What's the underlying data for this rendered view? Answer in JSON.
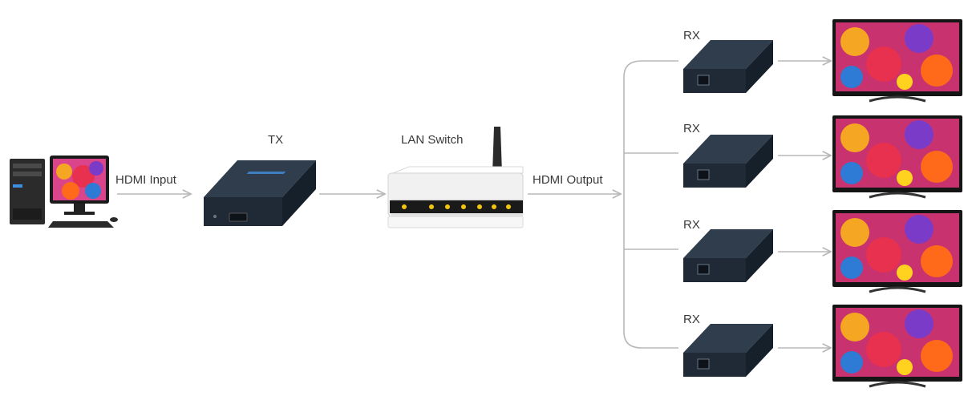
{
  "labels": {
    "hdmi_input": "HDMI Input",
    "tx": "TX",
    "lan_switch": "LAN Switch",
    "hdmi_output": "HDMI Output",
    "rx": "RX"
  },
  "receivers": [
    {
      "label": "RX"
    },
    {
      "label": "RX"
    },
    {
      "label": "RX"
    },
    {
      "label": "RX"
    }
  ],
  "colors": {
    "line": "#b8b8b8",
    "device": "#1f2a36",
    "device_top": "#2f3d4d",
    "switch_body": "#f1f1f1",
    "switch_led": "#f4c60a",
    "tv_bezel": "#151515"
  },
  "icons": {
    "computer": "desktop-computer-icon",
    "transmitter": "hdmi-extender-tx-icon",
    "switch": "wireless-lan-switch-icon",
    "receiver": "hdmi-extender-rx-icon",
    "tv": "flat-tv-icon"
  }
}
